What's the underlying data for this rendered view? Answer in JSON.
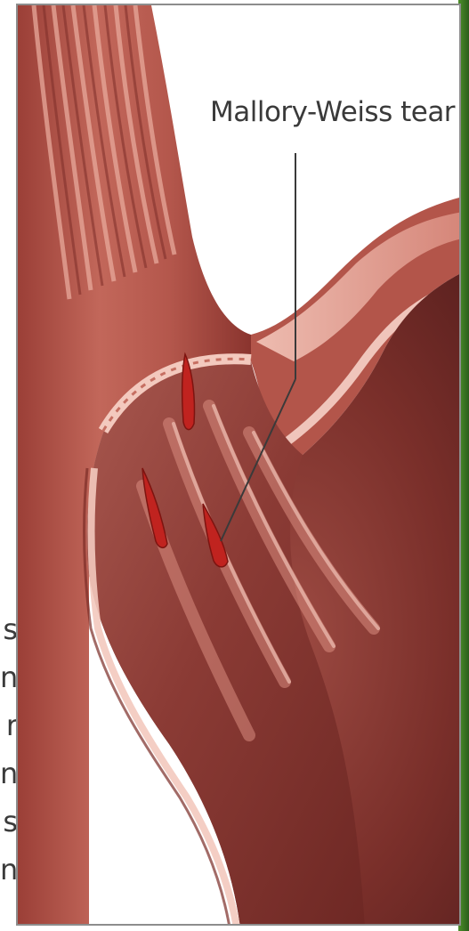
{
  "image": {
    "label_text": "Mallory-Weiss tear",
    "cropped_left_letters": [
      "s",
      "n",
      "r",
      "n",
      "s",
      "n"
    ],
    "colors": {
      "tissue_dark": "#8e3a33",
      "tissue_mid": "#b85a4f",
      "tissue_light": "#e2a69a",
      "lining_highlight": "#f3c9be",
      "tear_red": "#c0231f",
      "leader_line": "#3a3a3a",
      "frame_border": "#8d8d8d",
      "green_edge": "#3f7a24"
    }
  }
}
